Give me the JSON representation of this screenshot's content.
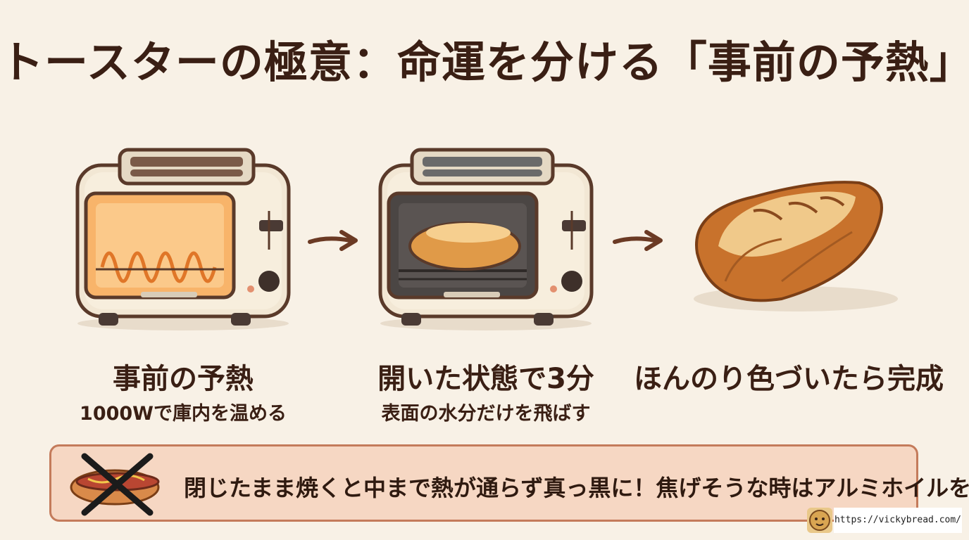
{
  "title": "トースターの極意：命運を分ける「事前の予熱」",
  "steps": [
    {
      "label": "事前の予熱",
      "sub": "1000Wで庫内を温める"
    },
    {
      "label": "開いた状態で3分",
      "sub": "表面の水分だけを飛ばす"
    },
    {
      "label": "ほんのり色づいたら完成",
      "sub": ""
    }
  ],
  "warning": {
    "text": "閉じたまま焼くと中まで熱が通らず真っ黒に！焦げそうな時はアルミホイルを"
  },
  "footer": {
    "url": "https://vickybread.com/"
  },
  "icons": {
    "preheat": "toaster-oven-heating-icon",
    "toasting": "toaster-oven-bread-icon",
    "result": "baked-bread-icon",
    "arrow": "arrow-right-icon",
    "warning": "burnt-hotdog-crossed-icon",
    "logo": "bread-mascot-icon"
  },
  "colors": {
    "background": "#f8f1e6",
    "title": "#3a1f14",
    "warning_bg": "#f6d7c3",
    "warning_border": "#c47b5b",
    "heat_glow": "#f8b46a"
  }
}
